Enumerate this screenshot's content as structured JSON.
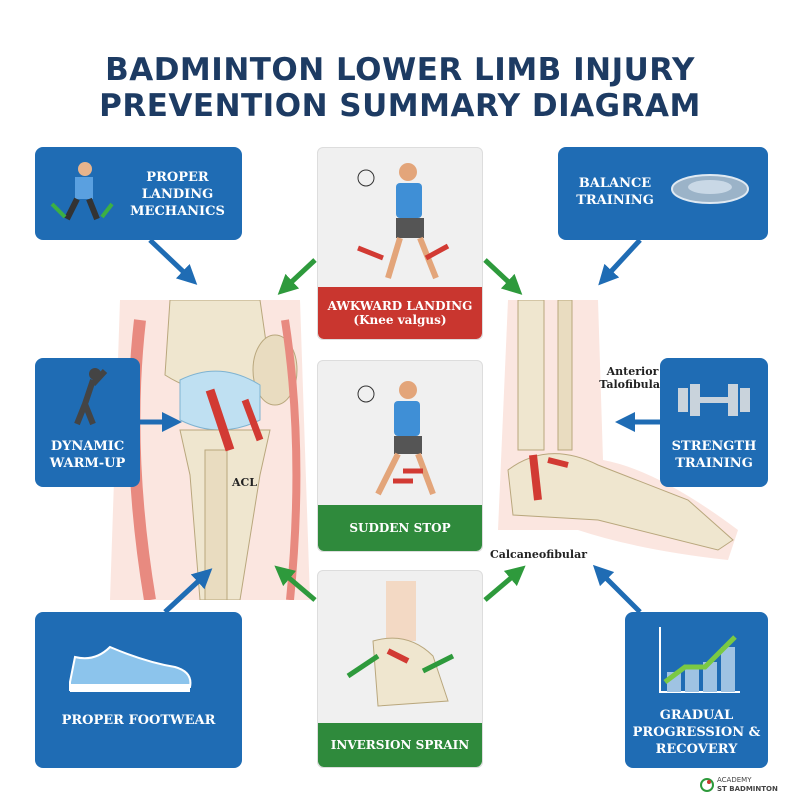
{
  "title": {
    "line1": "BADMINTON LOWER LIMB INJURY",
    "line2": "PREVENTION SUMMARY DIAGRAM"
  },
  "colors": {
    "prevention_box": "#1f6cb4",
    "title": "#1d3b63",
    "mechanism_red": "#c9362f",
    "mechanism_green": "#2f8a3c",
    "arrow_blue": "#1f6cb4",
    "arrow_green": "#2e9a3c"
  },
  "prevention": [
    {
      "label": "PROPER LANDING MECHANICS",
      "icon": "landing-athlete-icon"
    },
    {
      "label": "BALANCE TRAINING",
      "icon": "balance-disc-icon"
    },
    {
      "label": "DYNAMIC WARM-UP",
      "icon": "stretching-person-icon"
    },
    {
      "label": "STRENGTH TRAINING",
      "icon": "dumbbell-icon"
    },
    {
      "label": "PROPER FOOTWEAR",
      "icon": "shoe-icon"
    },
    {
      "label": "GRADUAL PROGRESSION & RECOVERY",
      "icon": "rising-chart-icon"
    }
  ],
  "mechanisms": [
    {
      "label": "AWKWARD LANDING",
      "sub": "(Knee valgus)"
    },
    {
      "label": "SUDDEN STOP"
    },
    {
      "label": "INVERSION SPRAIN"
    }
  ],
  "anatomy": {
    "knee_ligament": "ACL",
    "ankle_ligament_1": "Anterior Talofibular",
    "ankle_ligament_2": "Calcaneofibular"
  },
  "logo": {
    "line1": "ACADEMY",
    "line2": "ST BADMINTON"
  }
}
